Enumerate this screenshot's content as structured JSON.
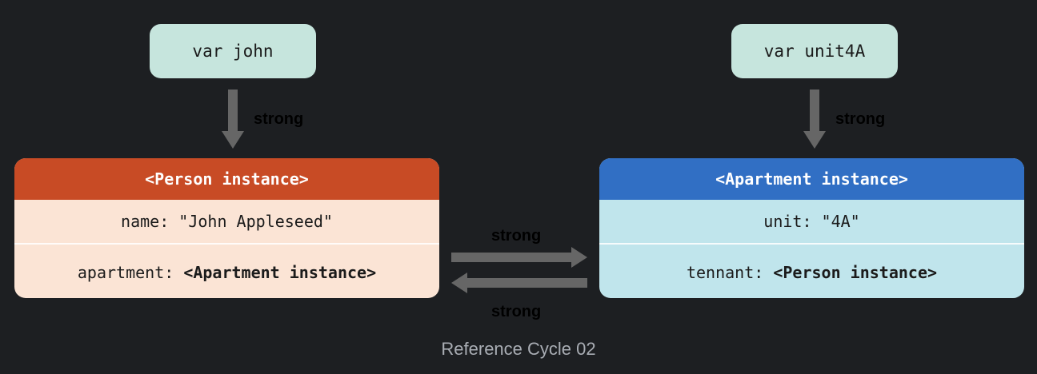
{
  "variables": {
    "john": "var john",
    "unit4A": "var unit4A"
  },
  "labels": {
    "john_strong": "strong",
    "unit4A_strong": "strong",
    "person_to_apartment": "strong",
    "apartment_to_person": "strong"
  },
  "person": {
    "header": "<Person instance>",
    "name_key": "name: ",
    "name_value": "\"John Appleseed\"",
    "apartment_key": "apartment: ",
    "apartment_value": "<Apartment instance>"
  },
  "apartment": {
    "header": "<Apartment instance>",
    "unit_key": "unit: ",
    "unit_value": "\"4A\"",
    "tennant_key": "tennant: ",
    "tennant_value": "<Person instance>"
  },
  "caption": "Reference Cycle 02",
  "colors": {
    "background": "#1d1f22",
    "var_box": "#c6e5dd",
    "person_header": "#c84b25",
    "person_body": "#fbe4d5",
    "apartment_header": "#316fc4",
    "apartment_body": "#c0e5ec",
    "arrow": "#666666"
  }
}
